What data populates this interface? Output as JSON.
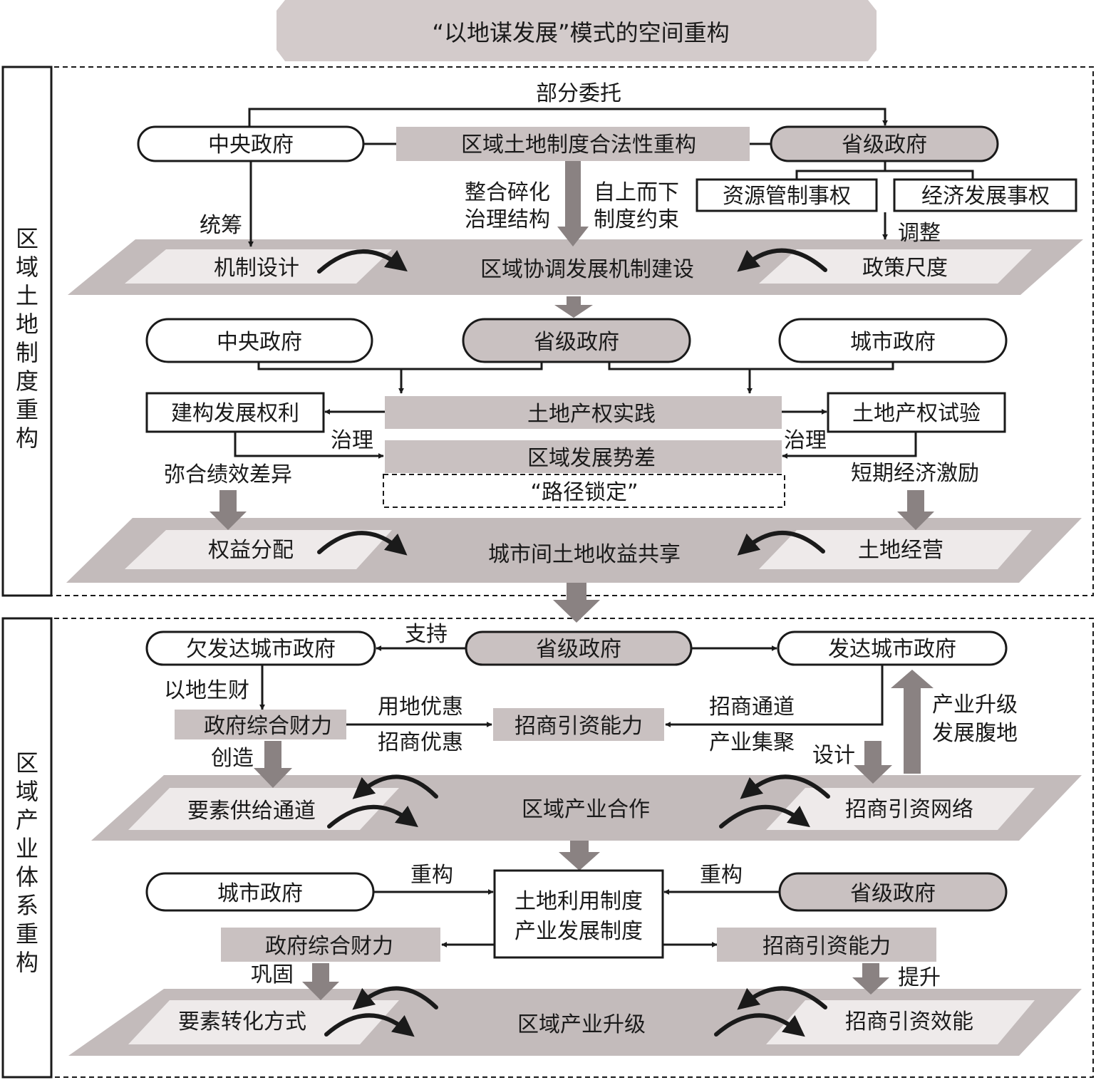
{
  "title": "“以地谋发展”模式的空间重构",
  "colors": {
    "gray_fill": "#c9c1c1",
    "plane_fill": "#c3bbbb",
    "plane_inner": "#eeeaea",
    "arrow_fill": "#8a8282",
    "line": "#1a1a1a"
  },
  "section1": {
    "label": "区域土地制度重构",
    "top": {
      "delegation": "部分委托",
      "central": "中央政府",
      "legality": "区域土地制度合法性重构",
      "provincial": "省级政府",
      "resource_rights": "资源管制事权",
      "economic_rights": "经济发展事权",
      "integrate": "整合碎化治理结构",
      "integrate_l1": "整合碎化",
      "integrate_l2": "治理结构",
      "topdown": "自上而下制度约束",
      "topdown_l1": "自上而下",
      "topdown_l2": "制度约束",
      "coordinate": "统筹",
      "adjust": "调整"
    },
    "plane1": {
      "left": "机制设计",
      "center": "区域协调发展机制建设",
      "right": "政策尺度"
    },
    "middle": {
      "central": "中央政府",
      "provincial": "省级政府",
      "city": "城市政府",
      "build_rights": "建构发展权利",
      "practice": "土地产权实践",
      "experiment": "土地产权试验",
      "govern_left": "治理",
      "govern_right": "治理",
      "gap": "区域发展势差",
      "lockin": "“路径锁定”",
      "reconcile": "弥合绩效差异",
      "incentive": "短期经济激励"
    },
    "plane2": {
      "left": "权益分配",
      "center": "城市间土地收益共享",
      "right": "土地经营"
    }
  },
  "section2": {
    "label": "区域产业体系重构",
    "top": {
      "less_developed": "欠发达城市政府",
      "support": "支持",
      "provincial": "省级政府",
      "developed": "发达城市政府",
      "land_wealth": "以地生财",
      "fiscal": "政府综合财力",
      "land_pref": "用地优惠",
      "invest_pref": "招商优惠",
      "capacity": "招商引资能力",
      "channel": "招商通道",
      "cluster": "产业集聚",
      "upgrade_l1": "产业升级",
      "upgrade_l2": "发展腹地",
      "create": "创造",
      "design": "设计"
    },
    "plane3": {
      "left": "要素供给通道",
      "center": "区域产业合作",
      "right": "招商引资网络"
    },
    "bottom": {
      "city": "城市政府",
      "restructure_left": "重构",
      "system_l1": "土地利用制度",
      "system_l2": "产业发展制度",
      "restructure_right": "重构",
      "provincial": "省级政府",
      "fiscal": "政府综合财力",
      "capacity": "招商引资能力",
      "consolidate": "巩固",
      "promote": "提升"
    },
    "plane4": {
      "left": "要素转化方式",
      "center": "区域产业升级",
      "right": "招商引资效能"
    }
  }
}
